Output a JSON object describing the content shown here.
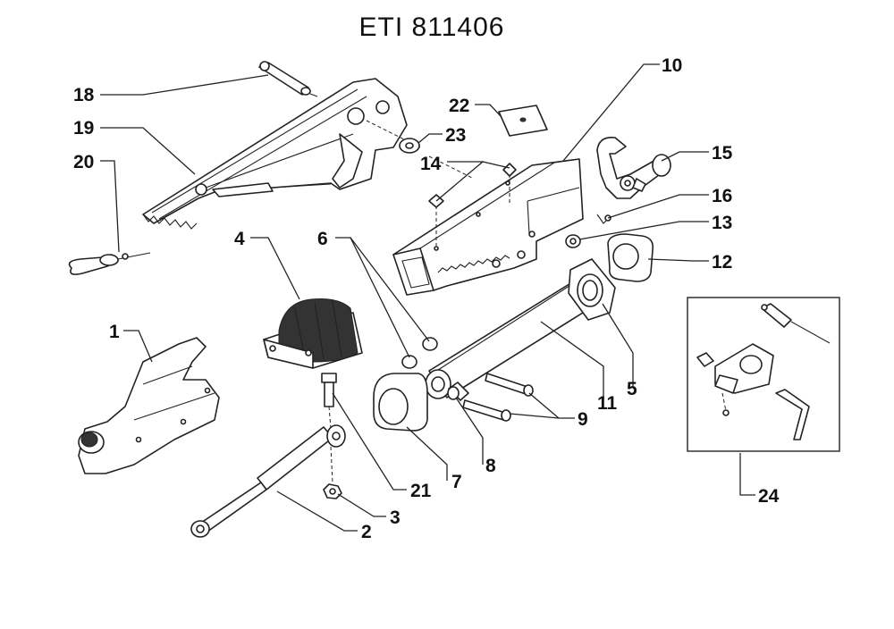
{
  "title": "ETI 811406",
  "callouts": {
    "p1": "1",
    "p2": "2",
    "p3": "3",
    "p4": "4",
    "p5": "5",
    "p6": "6",
    "p7": "7",
    "p8": "8",
    "p9": "9",
    "p10": "10",
    "p11": "11",
    "p12": "12",
    "p13": "13",
    "p14": "14",
    "p15": "15",
    "p16": "16",
    "p18": "18",
    "p19": "19",
    "p20": "20",
    "p21": "21",
    "p22": "22",
    "p23": "23",
    "p24": "24"
  }
}
